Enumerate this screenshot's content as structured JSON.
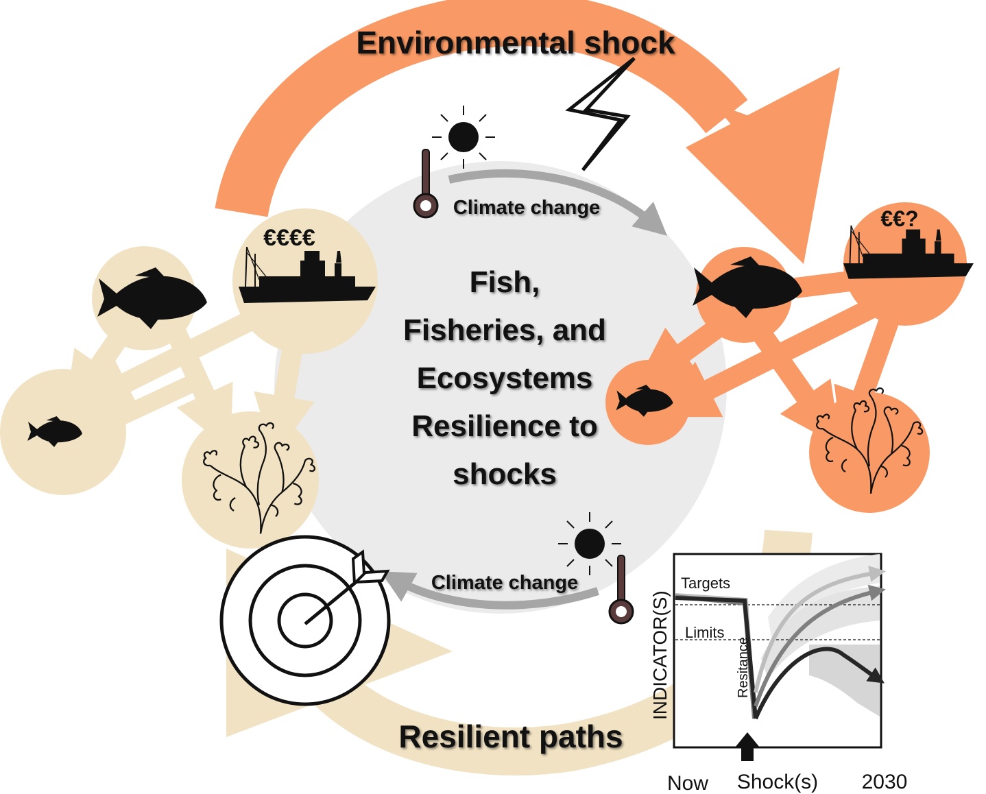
{
  "colors": {
    "beige": "#f1e2c3",
    "orange": "#f99a66",
    "grey_circle": "#ebebeb",
    "arrow_grey": "#a6a6a6",
    "black": "#111111"
  },
  "header": {
    "title": "Environmental shock"
  },
  "center": {
    "lines": [
      "Fish,",
      "Fisheries, and",
      "Ecosystems",
      "Resilience to",
      "shocks"
    ]
  },
  "climate": {
    "top_label": "Climate change",
    "bottom_label": "Climate change"
  },
  "left_state": {
    "money_label": "€€€€",
    "icons": [
      "fish-icon",
      "fishing-boat-icon",
      "small-fish-icon",
      "coral-icon"
    ]
  },
  "right_state": {
    "money_label": "€€?",
    "icons": [
      "fish-icon",
      "fishing-boat-icon",
      "small-fish-icon",
      "coral-icon"
    ]
  },
  "footer": {
    "title": "Resilient paths"
  },
  "inset_chart": {
    "y_axis_label": "INDICATOR(S)",
    "targets_label": "Targets",
    "limits_label": "Limits",
    "resistance_label": "Resitance",
    "x_tick_labels": [
      "Now",
      "Shock(s)",
      "2030"
    ]
  },
  "icons": [
    "sun-icon",
    "thermometer-icon",
    "lightning-icon",
    "target-icon",
    "arrow-up-icon"
  ]
}
